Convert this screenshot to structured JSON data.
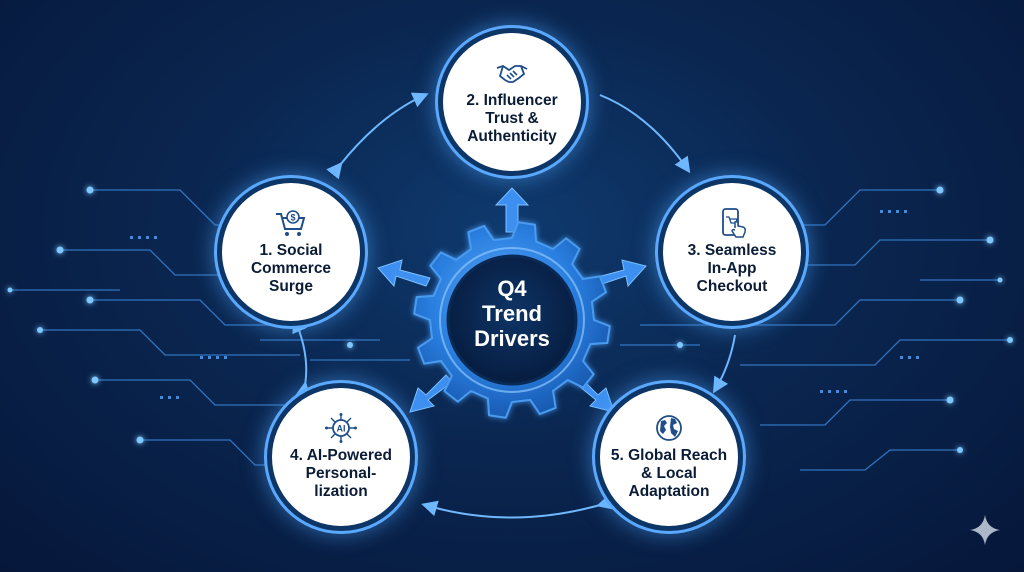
{
  "hub": {
    "lines": [
      "Q4",
      "Trend",
      "Drivers"
    ]
  },
  "nodes": [
    {
      "id": "social-commerce",
      "icon": "shopping-cart-dollar-icon",
      "lines": [
        "1. Social",
        "Commerce",
        "Surge"
      ]
    },
    {
      "id": "influencer-trust",
      "icon": "handshake-icon",
      "lines": [
        "2. Influencer",
        "Trust &",
        "Authenticity"
      ]
    },
    {
      "id": "in-app-checkout",
      "icon": "smartphone-tap-icon",
      "lines": [
        "3. Seamless",
        "In-App",
        "Checkout"
      ]
    },
    {
      "id": "ai-personalization",
      "icon": "ai-chip-icon",
      "lines": [
        "4. AI-Powered",
        "Personal-",
        "lization"
      ]
    },
    {
      "id": "global-reach",
      "icon": "globe-icon",
      "lines": [
        "5. Global Reach",
        "& Local",
        "Adaptation"
      ]
    }
  ],
  "colors": {
    "background": "#0a2650",
    "gear": "#1e6fd0",
    "gear_highlight": "#4a9bf0",
    "glow": "#5aa9ff",
    "node_fill": "#ffffff",
    "label_text": "#0b1c36",
    "icon_stroke": "#1f4e8a"
  }
}
